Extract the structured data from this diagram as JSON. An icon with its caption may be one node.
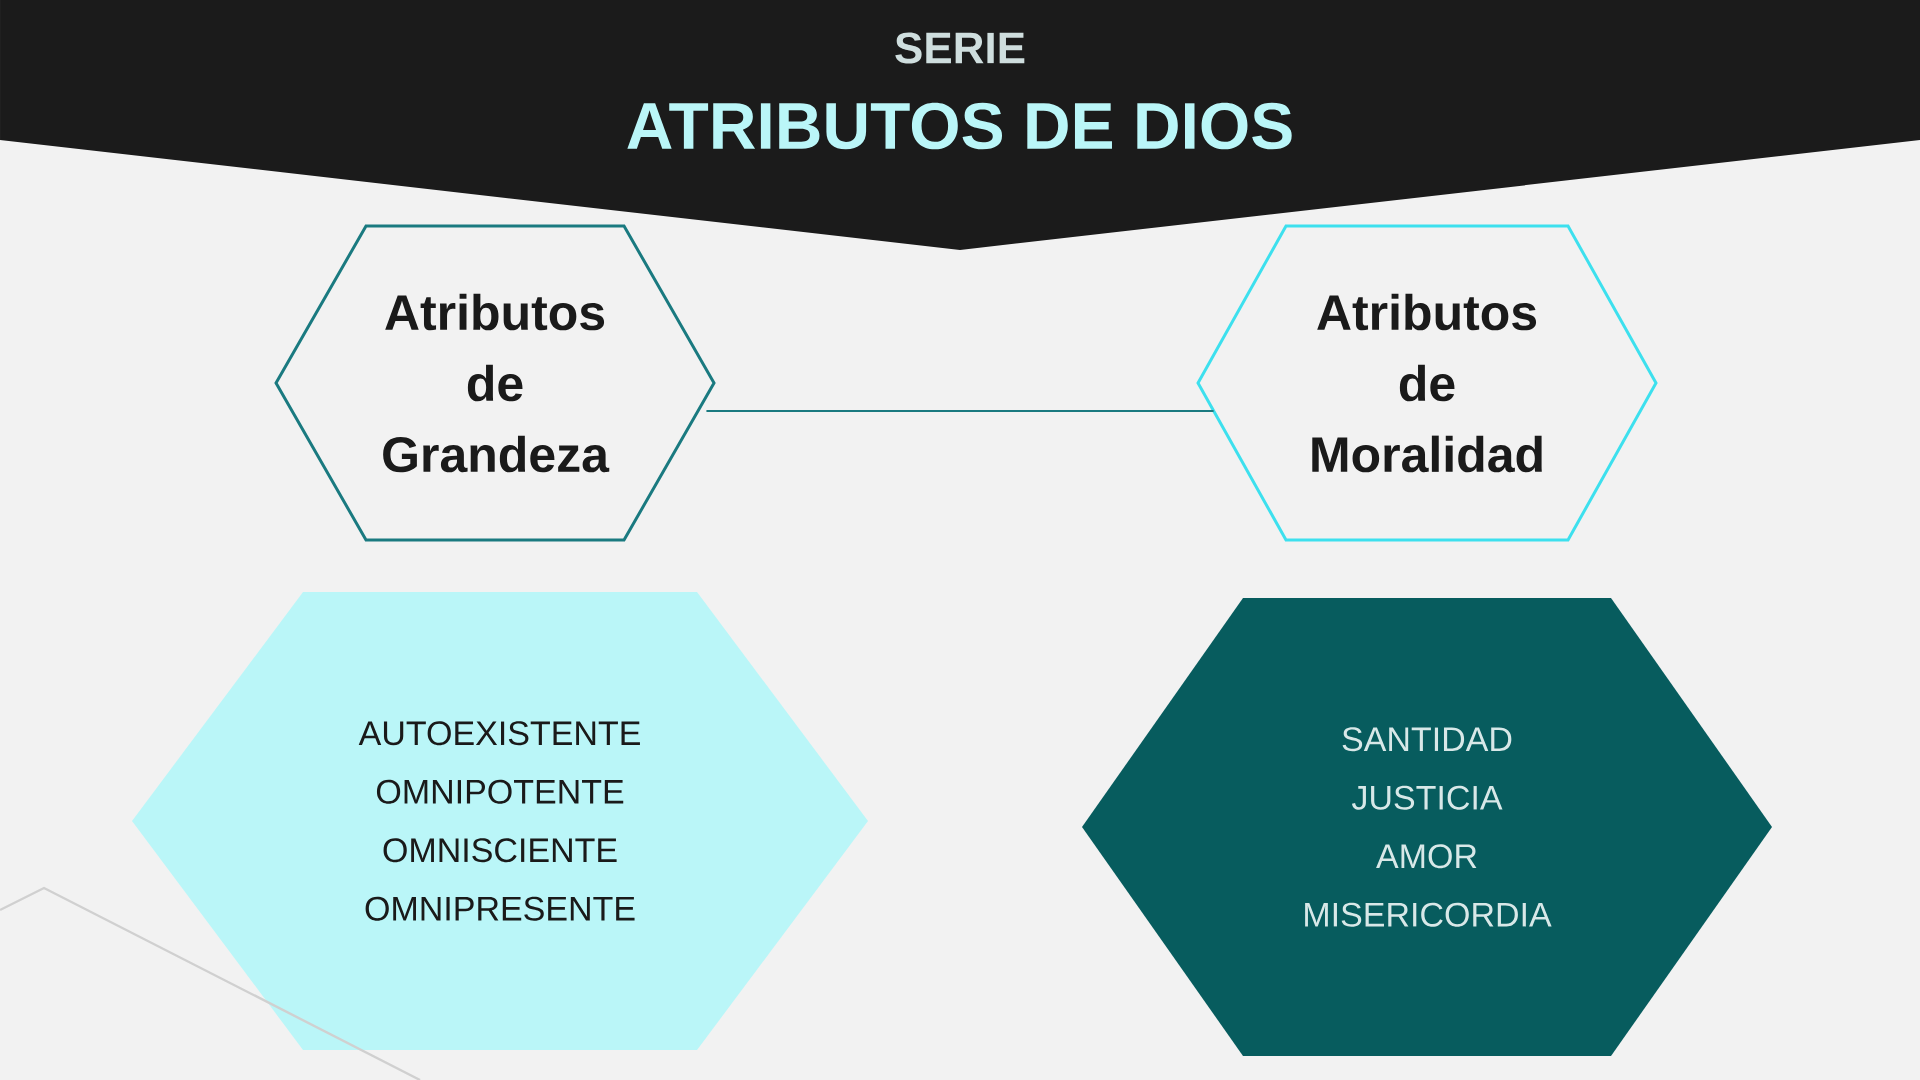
{
  "diagram": {
    "title": "ATRIBUTOS DE DIOS",
    "nodes": [
      {
        "text": [
          "Atributos de Grandeza"
        ]
      },
      {
        "text": [
          "Atributos de Moralidad"
        ]
      },
      {
        "text": [
          "AUTOEXISTENTE",
          "OMNIPOTENTE",
          "OMNISCIENTE",
          "OMNIPRESENTE"
        ]
      },
      {
        "text": [
          "SANTIDAD",
          "JUSTICIA",
          "AMOR",
          "MISERICORDIA"
        ]
      }
    ],
    "edges": [
      {
        "from": 0,
        "to": 1,
        "arrow": "none"
      }
    ],
    "labels": [
      "SERIE"
    ]
  }
}
